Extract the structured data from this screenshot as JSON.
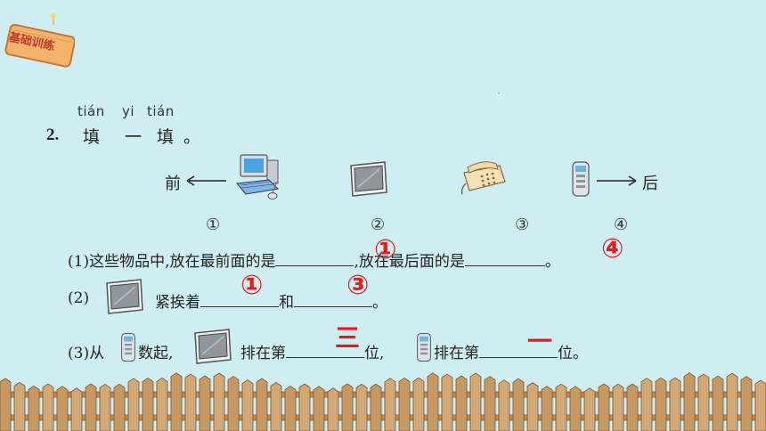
{
  "badge": {
    "label": "基础训练"
  },
  "question": {
    "number": "2.",
    "pinyin": [
      "tián",
      "yi",
      "tián"
    ],
    "title_chars": [
      "填",
      "一",
      "填"
    ],
    "title_end": "。"
  },
  "sequence": {
    "front_label": "前",
    "back_label": "后",
    "items": [
      {
        "icon": "computer-icon",
        "number": "①"
      },
      {
        "icon": "tv-icon",
        "number": "②"
      },
      {
        "icon": "telephone-icon",
        "number": "③"
      },
      {
        "icon": "remote-control-icon",
        "number": "④"
      }
    ]
  },
  "q1": {
    "prefix": "(1)这些物品中,放在最前面的是",
    "middle": ",放在最后面的是",
    "suffix": "。",
    "answer1": "①",
    "answer2": "④"
  },
  "q2": {
    "prefix": "(2)",
    "text1": "紧挨着",
    "and": "和",
    "suffix": "。",
    "answer1": "①",
    "answer2": "③"
  },
  "q3": {
    "prefix": "(3)从",
    "text1": "数起,",
    "text2": "排在第",
    "text3": "位,",
    "text4": "排在第",
    "text5": "位。",
    "answer1": "三",
    "answer2": "一"
  },
  "colors": {
    "background": "#cfeef1",
    "answer": "#e31b1b",
    "fence": "#c9a06c"
  }
}
